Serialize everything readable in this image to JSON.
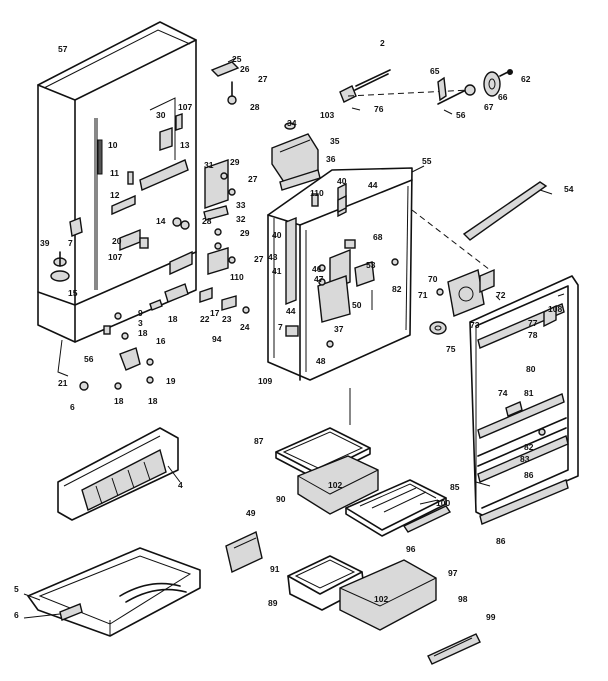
{
  "callouts": [
    "57",
    "25",
    "26",
    "27",
    "28",
    "107",
    "30",
    "10",
    "13",
    "11",
    "12",
    "31",
    "29",
    "27",
    "33",
    "32",
    "14",
    "28",
    "29",
    "20",
    "7",
    "39",
    "107",
    "15",
    "110",
    "17",
    "27",
    "22",
    "23",
    "24",
    "18",
    "9",
    "3",
    "18",
    "56",
    "16",
    "21",
    "6",
    "19",
    "18",
    "18",
    "94",
    "109",
    "4",
    "2",
    "76",
    "34",
    "103",
    "35",
    "36",
    "40",
    "44",
    "55",
    "110",
    "40",
    "43",
    "68",
    "41",
    "46",
    "47",
    "53",
    "82",
    "50",
    "37",
    "7",
    "44",
    "48",
    "65",
    "62",
    "66",
    "56",
    "67",
    "54",
    "70",
    "72",
    "71",
    "73",
    "75",
    "77",
    "108",
    "78",
    "80",
    "74",
    "81",
    "82",
    "83",
    "86",
    "85",
    "86",
    "87",
    "102",
    "90",
    "100",
    "96",
    "49",
    "91",
    "97",
    "89",
    "102",
    "98",
    "99",
    "5",
    "6"
  ]
}
